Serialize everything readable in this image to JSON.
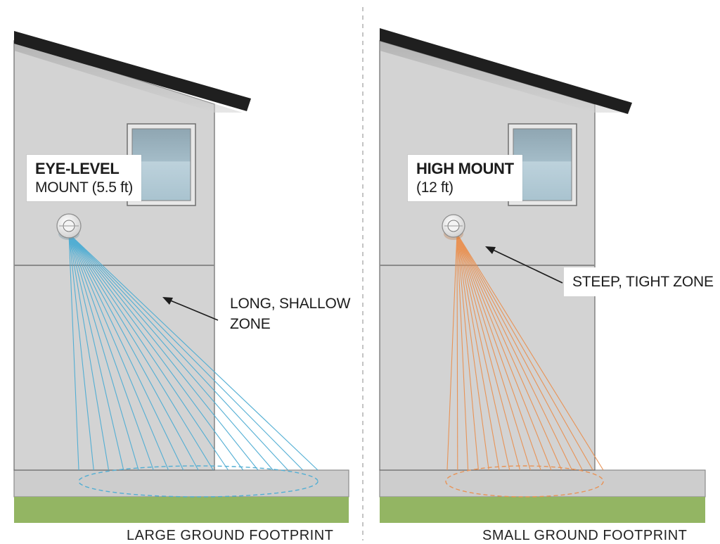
{
  "colors": {
    "wall": "#d3d3d3",
    "roof": "#1f1f1f",
    "ground": "#cdcdcd",
    "grass": "#93b563",
    "window_glass": "#a9c1cd",
    "beam_left": "#52aed3",
    "beam_right": "#e89356",
    "divider": "#b0b0b0"
  },
  "panels": [
    {
      "mount_title": "EYE-LEVEL",
      "mount_subtitle": "MOUNT (5.5 ft)",
      "zone_note_line1": "LONG, SHALLOW",
      "zone_note_line2": "ZONE",
      "footprint_label": "LARGE GROUND FOOTPRINT",
      "sensor_icon": "motion-sensor-icon"
    },
    {
      "mount_title": "HIGH MOUNT",
      "mount_subtitle": "(12 ft)",
      "zone_note_line1": "STEEP, TIGHT ZONE",
      "footprint_label": "SMALL GROUND FOOTPRINT",
      "sensor_icon": "motion-sensor-icon"
    }
  ]
}
